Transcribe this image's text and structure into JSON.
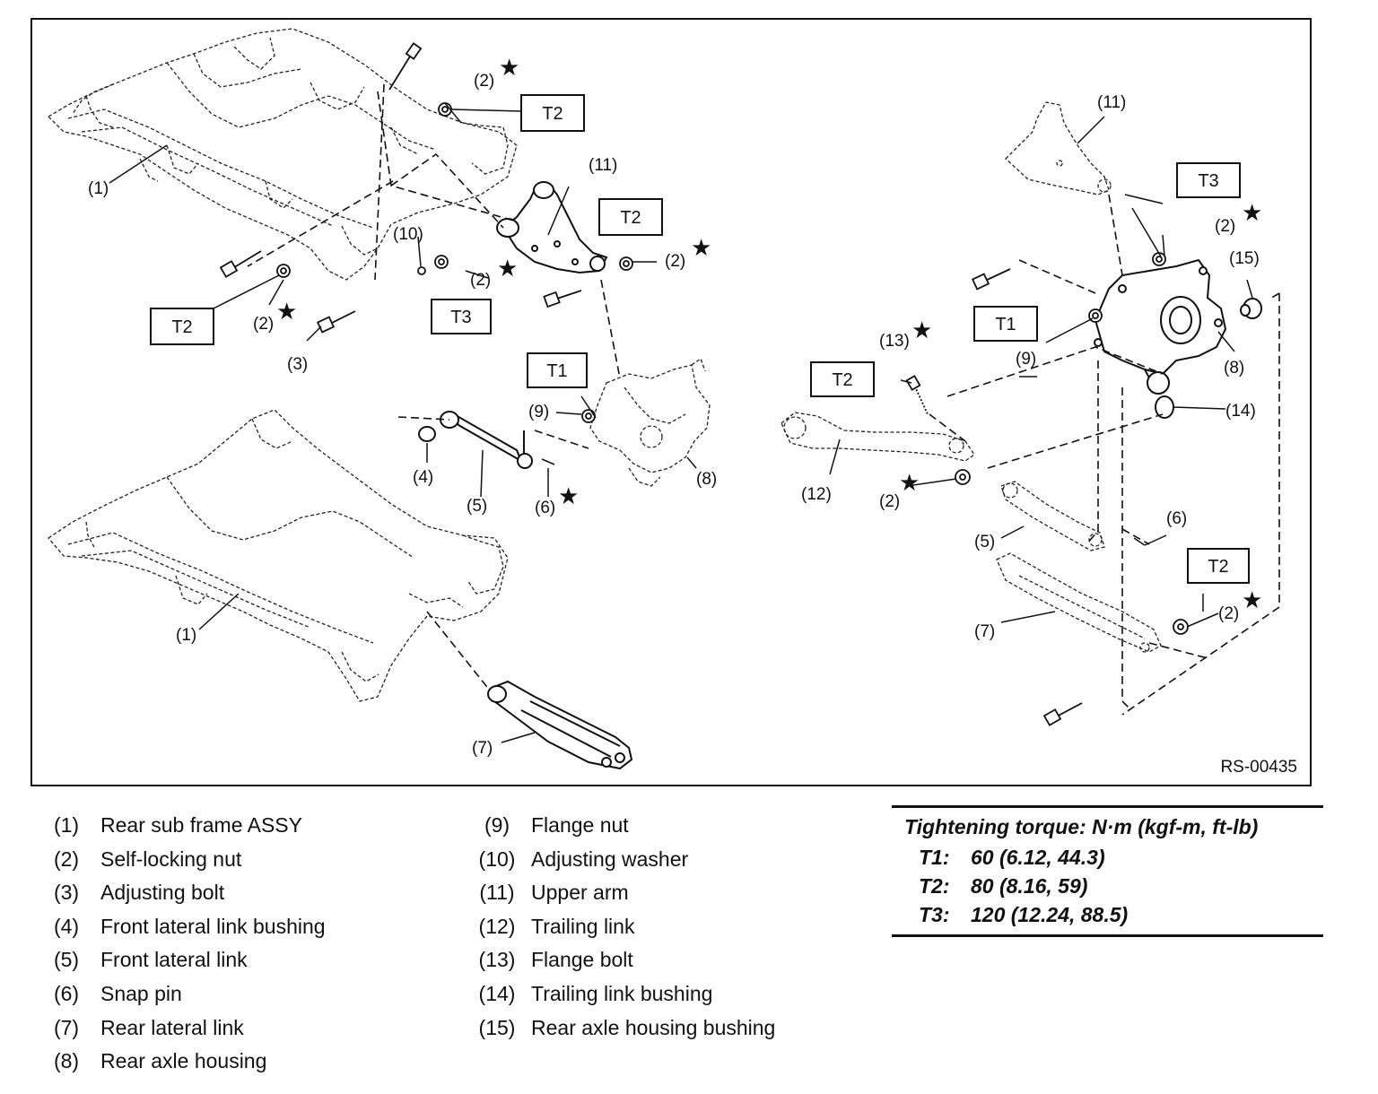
{
  "diagram": {
    "code": "RS-00435",
    "callouts": {
      "left": [
        "(1)",
        "(2)",
        "(2)",
        "(2)",
        "(3)",
        "(10)",
        "(11)",
        "(2)",
        "(4)",
        "(5)",
        "(6)",
        "(9)",
        "(8)",
        "(1)",
        "(7)"
      ],
      "right": [
        "(11)",
        "(2)",
        "(15)",
        "(13)",
        "(9)",
        "(8)",
        "(14)",
        "(12)",
        "(2)",
        "(5)",
        "(6)",
        "(7)",
        "(2)"
      ]
    },
    "torque_boxes": [
      "T2",
      "T2",
      "T2",
      "T3",
      "T1",
      "T3",
      "T1",
      "T2",
      "T2"
    ]
  },
  "legend": {
    "left": [
      {
        "num": "(1)",
        "text": "Rear sub frame ASSY"
      },
      {
        "num": "(2)",
        "text": "Self-locking nut"
      },
      {
        "num": "(3)",
        "text": "Adjusting bolt"
      },
      {
        "num": "(4)",
        "text": "Front lateral link bushing"
      },
      {
        "num": "(5)",
        "text": "Front lateral link"
      },
      {
        "num": "(6)",
        "text": "Snap pin"
      },
      {
        "num": "(7)",
        "text": "Rear lateral link"
      },
      {
        "num": "(8)",
        "text": "Rear axle housing"
      }
    ],
    "right": [
      {
        "num": "(9)",
        "text": "Flange nut"
      },
      {
        "num": "(10)",
        "text": "Adjusting washer"
      },
      {
        "num": "(11)",
        "text": "Upper arm"
      },
      {
        "num": "(12)",
        "text": "Trailing link"
      },
      {
        "num": "(13)",
        "text": "Flange bolt"
      },
      {
        "num": "(14)",
        "text": "Trailing link bushing"
      },
      {
        "num": "(15)",
        "text": "Rear axle housing bushing"
      }
    ]
  },
  "torque": {
    "title": "Tightening torque: N·m (kgf-m, ft-lb)",
    "rows": [
      {
        "key": "T1:",
        "value": "60 (6.12, 44.3)"
      },
      {
        "key": "T2:",
        "value": "80 (8.16, 59)"
      },
      {
        "key": "T3:",
        "value": "120 (12.24, 88.5)"
      }
    ]
  }
}
